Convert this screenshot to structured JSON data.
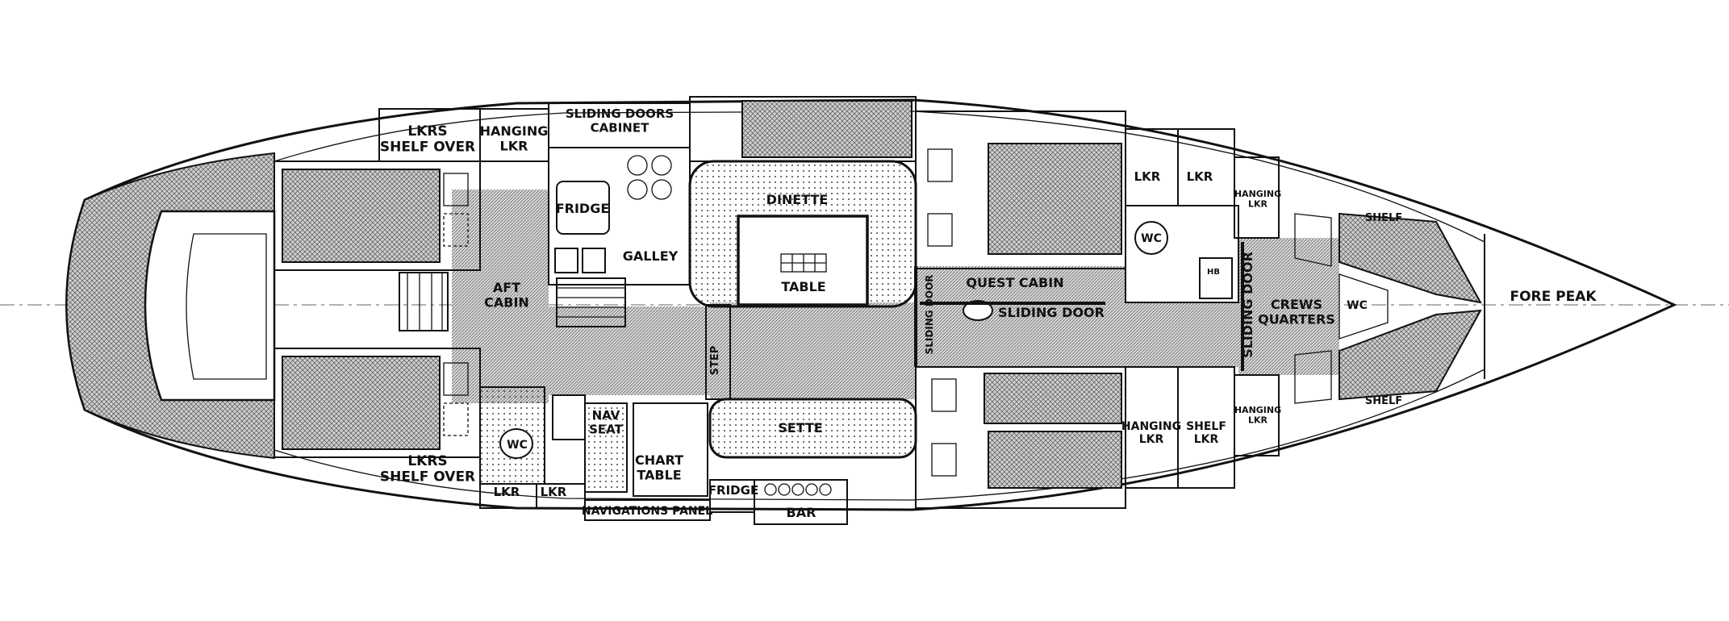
{
  "labels": {
    "lkrs_shelf_over_port": "LKRS\nSHELF OVER",
    "hanging_lkr_aft": "HANGING\nLKR",
    "sliding_doors_cabinet": "SLIDING DOORS\nCABINET",
    "fridge_galley": "FRIDGE",
    "galley": "GALLEY",
    "aft_cabin": "AFT\nCABIN",
    "dinette": "DINETTE",
    "table": "TABLE",
    "step": "STEP",
    "sette": "SETTE",
    "nav_seat": "NAV\nSEAT",
    "chart_table": "CHART\nTABLE",
    "fridge_bar": "FRIDGE",
    "bar": "BAR",
    "navigations_panel": "NAVIGATIONS PANEL",
    "lkrs_shelf_over_stbd": "LKRS\nSHELF OVER",
    "lkr_1": "LKR",
    "lkr_2": "LKR",
    "wc_aft": "WC",
    "sliding_door_vertical": "SLIDING DOOR",
    "quest_cabin": "QUEST CABIN",
    "sliding_door_horizontal": "SLIDING DOOR",
    "lkr_3": "LKR",
    "lkr_4": "LKR",
    "wc_mid": "WC",
    "hb": "HB",
    "hanging_lkr_mid": "HANGING\nLKR",
    "shelf_lkr": "SHELF\nLKR",
    "hanging_lkr_fwd_top": "HANGING\nLKR",
    "hanging_lkr_fwd_bottom": "HANGING\nLKR",
    "sliding_door_fwd": "SLIDING DOOR",
    "crews_quarters": "CREWS\nQUARTERS",
    "shelf_top": "SHELF",
    "shelf_bottom": "SHELF",
    "wc_fwd": "WC",
    "fore_peak": "FORE PEAK"
  }
}
